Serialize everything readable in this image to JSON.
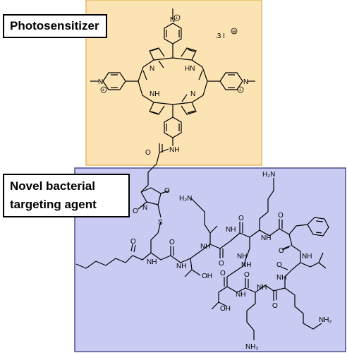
{
  "labels": {
    "photosensitizer": "Photosensitizer",
    "targeting_line1": "Novel bacterial",
    "targeting_line2": "targeting agent"
  },
  "counterion": {
    "text": ".3 I",
    "charge": "⊖"
  },
  "atoms": {
    "n_plus": "N",
    "plus": "+",
    "n": "N",
    "nh": "NH",
    "hn": "HN",
    "o": "O",
    "s": "S",
    "oh": "OH",
    "h2n": "H₂N",
    "nh2": "NH₂"
  },
  "colors": {
    "photosensitizer_fill": "#fbe3b4",
    "photosensitizer_border": "#e8b660",
    "targeting_fill": "#c9cbf2",
    "targeting_border": "#4c4e8e",
    "bond": "#000000"
  }
}
